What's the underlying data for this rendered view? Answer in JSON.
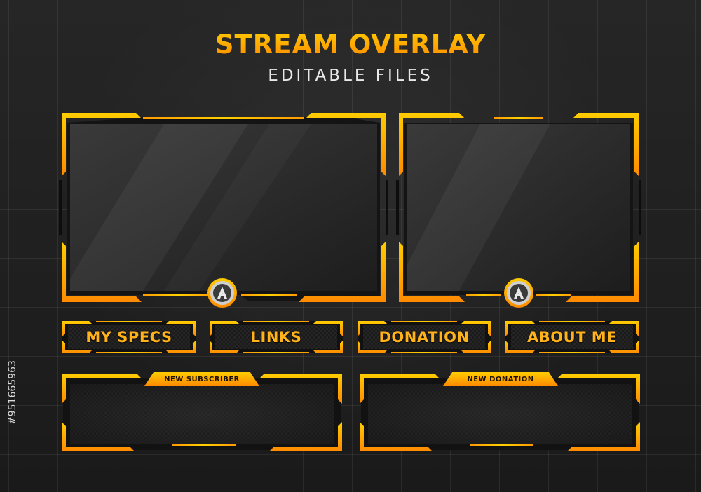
{
  "header": {
    "title": "STREAM OVERLAY",
    "subtitle": "EDITABLE FILES"
  },
  "colors": {
    "accent_light": "#ffcc00",
    "accent_dark": "#ff8a00",
    "background": "#1f1f1f",
    "screen": "#2b2b2b"
  },
  "frames": {
    "webcam_wide_icon": "logo-a-icon",
    "webcam_square_icon": "logo-a-icon"
  },
  "buttons": [
    {
      "label": "MY SPECS"
    },
    {
      "label": "LINKS"
    },
    {
      "label": "DONATION"
    },
    {
      "label": "ABOUT ME"
    }
  ],
  "alerts": [
    {
      "tag": "NEW SUBSCRIBER"
    },
    {
      "tag": "NEW DONATION"
    }
  ],
  "side_id": "#951665963"
}
